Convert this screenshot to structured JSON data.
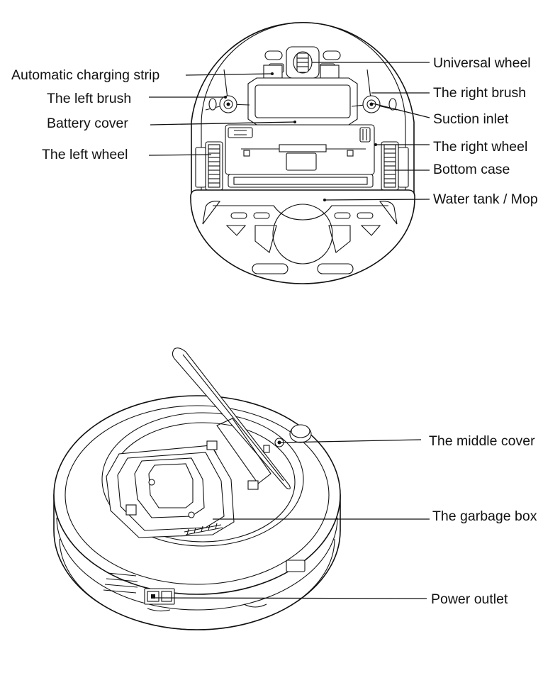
{
  "bottom_view": {
    "labels": {
      "universal_wheel": "Universal wheel",
      "automatic_charging_strip": "Automatic charging strip",
      "left_brush": "The left brush",
      "right_brush": "The right brush",
      "battery_cover": "Battery cover",
      "suction_inlet": "Suction inlet",
      "left_wheel": "The left wheel",
      "right_wheel": "The right wheel",
      "bottom_case": "Bottom case",
      "water_tank_mop": "Water tank / Mop"
    }
  },
  "top_view": {
    "labels": {
      "middle_cover": "The middle cover",
      "garbage_box": "The garbage box",
      "power_outlet": "Power outlet"
    }
  },
  "colors": {
    "line": "#111111",
    "background": "#ffffff"
  }
}
